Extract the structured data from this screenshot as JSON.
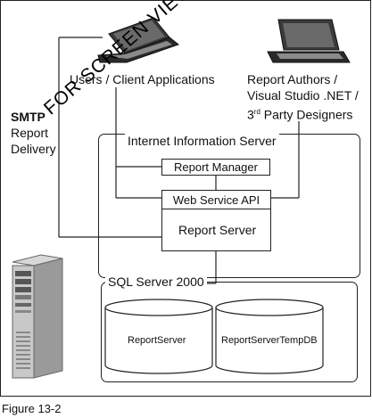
{
  "clients": {
    "users_label": "Users / Client Applications",
    "authors_label_line1": "Report Authors /",
    "authors_label_line2": "Visual Studio .NET /",
    "authors_label_line3_prefix": "3",
    "authors_label_line3_sup": "rd",
    "authors_label_line3_suffix": " Party Designers"
  },
  "smtp": {
    "title": "SMTP",
    "line2": "Report",
    "line3": "Delivery"
  },
  "iis": {
    "title": "Internet Information Server",
    "report_manager": "Report Manager",
    "web_service_api": "Web Service API",
    "report_server": "Report Server"
  },
  "sql": {
    "title": "SQL Server 2000",
    "db1": "ReportServer",
    "db2": "ReportServerTempDB"
  },
  "watermark": "FOR SCREEN VIEWING",
  "caption": "Figure 13-2",
  "icons": [
    "laptop-icon",
    "laptop-icon",
    "server-tower-icon",
    "database-cylinder-icon"
  ]
}
